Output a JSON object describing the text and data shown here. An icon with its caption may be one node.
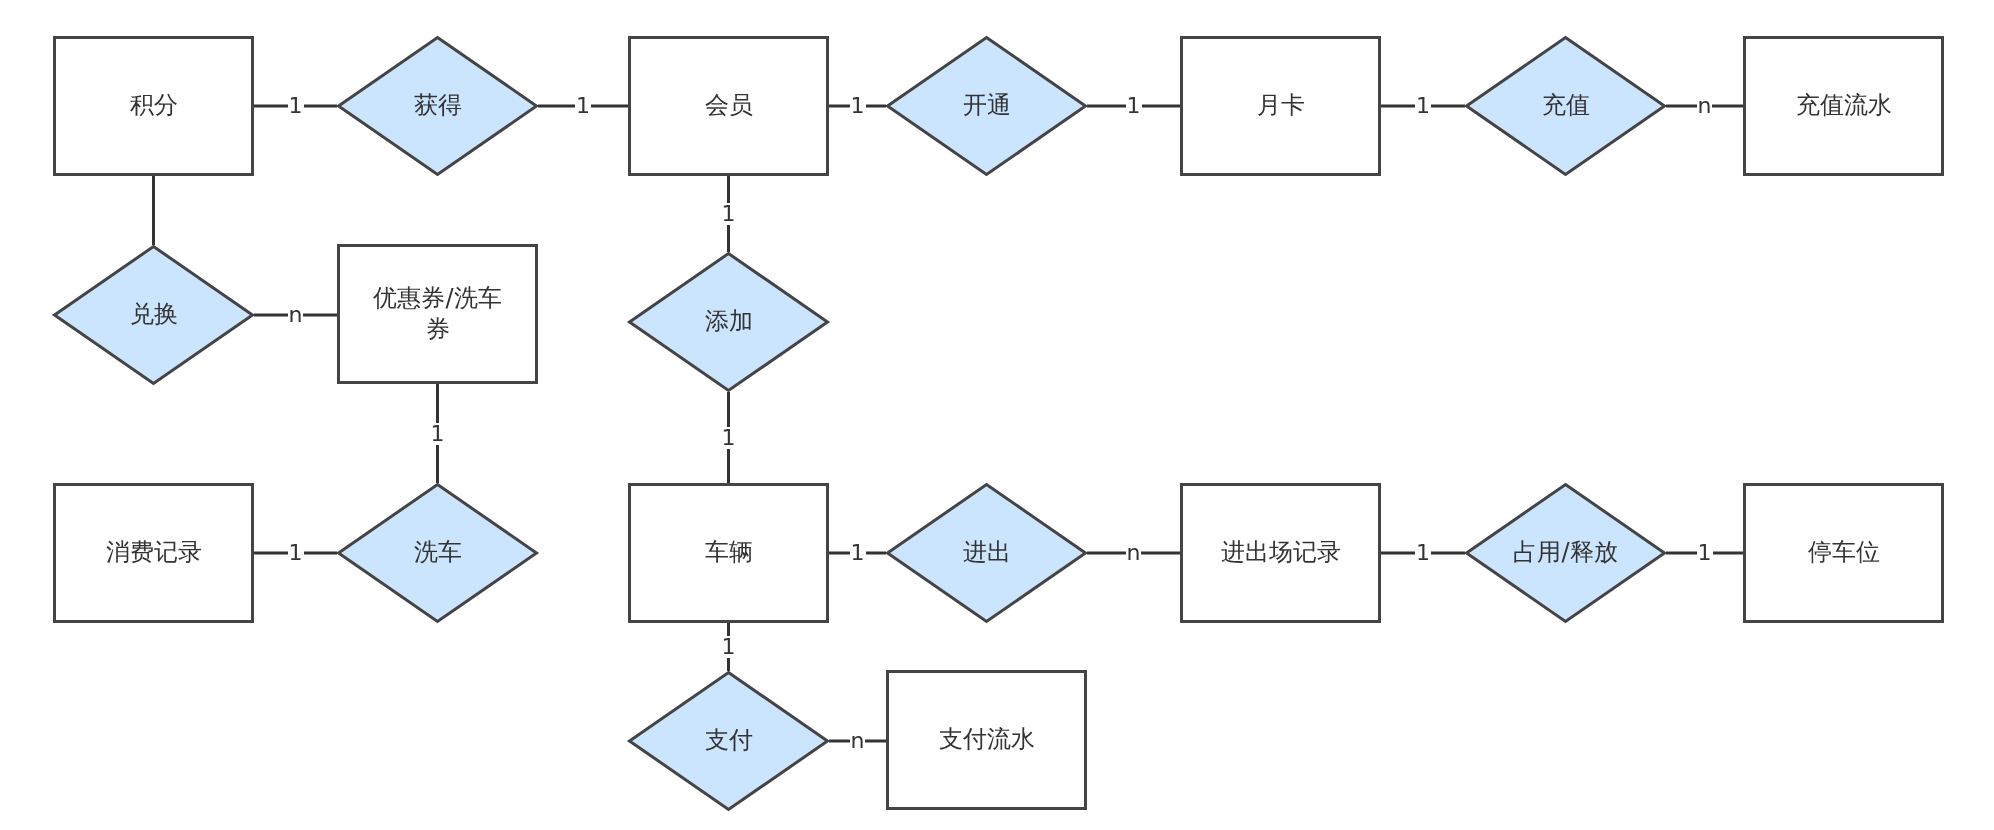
{
  "diagram": {
    "nodes": [
      {
        "text": [
          "积分"
        ]
      },
      {
        "text": [
          "获得"
        ]
      },
      {
        "text": [
          "会员"
        ]
      },
      {
        "text": [
          "开通"
        ]
      },
      {
        "text": [
          "月卡"
        ]
      },
      {
        "text": [
          "充值"
        ]
      },
      {
        "text": [
          "充值流水"
        ]
      },
      {
        "text": [
          "兑换"
        ]
      },
      {
        "text": [
          "优惠券/洗车券"
        ]
      },
      {
        "text": [
          "添加"
        ]
      },
      {
        "text": [
          "消费记录"
        ]
      },
      {
        "text": [
          "洗车"
        ]
      },
      {
        "text": [
          "车辆"
        ]
      },
      {
        "text": [
          "进出"
        ]
      },
      {
        "text": [
          "进出场记录"
        ]
      },
      {
        "text": [
          "占用/释放"
        ]
      },
      {
        "text": [
          "停车位"
        ]
      },
      {
        "text": [
          "支付"
        ]
      },
      {
        "text": [
          "支付流水"
        ]
      }
    ],
    "edges": [
      {
        "from": 0,
        "to": 1,
        "arrow": "none",
        "label": "1"
      },
      {
        "from": 1,
        "to": 2,
        "arrow": "none",
        "label": "1"
      },
      {
        "from": 2,
        "to": 3,
        "arrow": "none",
        "label": "1"
      },
      {
        "from": 3,
        "to": 4,
        "arrow": "none",
        "label": "1"
      },
      {
        "from": 4,
        "to": 5,
        "arrow": "none",
        "label": "1"
      },
      {
        "from": 5,
        "to": 6,
        "arrow": "none",
        "label": "n"
      },
      {
        "from": 0,
        "to": 7,
        "arrow": "none"
      },
      {
        "from": 7,
        "to": 8,
        "arrow": "none",
        "label": "n"
      },
      {
        "from": 2,
        "to": 9,
        "arrow": "none",
        "label": "1"
      },
      {
        "from": 8,
        "to": 11,
        "arrow": "none",
        "label": "1"
      },
      {
        "from": 9,
        "to": 12,
        "arrow": "none",
        "label": "1"
      },
      {
        "from": 10,
        "to": 11,
        "arrow": "none",
        "label": "1"
      },
      {
        "from": 12,
        "to": 13,
        "arrow": "none",
        "label": "1"
      },
      {
        "from": 13,
        "to": 14,
        "arrow": "none",
        "label": "n"
      },
      {
        "from": 14,
        "to": 15,
        "arrow": "none",
        "label": "1"
      },
      {
        "from": 15,
        "to": 16,
        "arrow": "none",
        "label": "1"
      },
      {
        "from": 12,
        "to": 17,
        "arrow": "none",
        "label": "1"
      },
      {
        "from": 17,
        "to": 18,
        "arrow": "none",
        "label": "n"
      }
    ]
  }
}
